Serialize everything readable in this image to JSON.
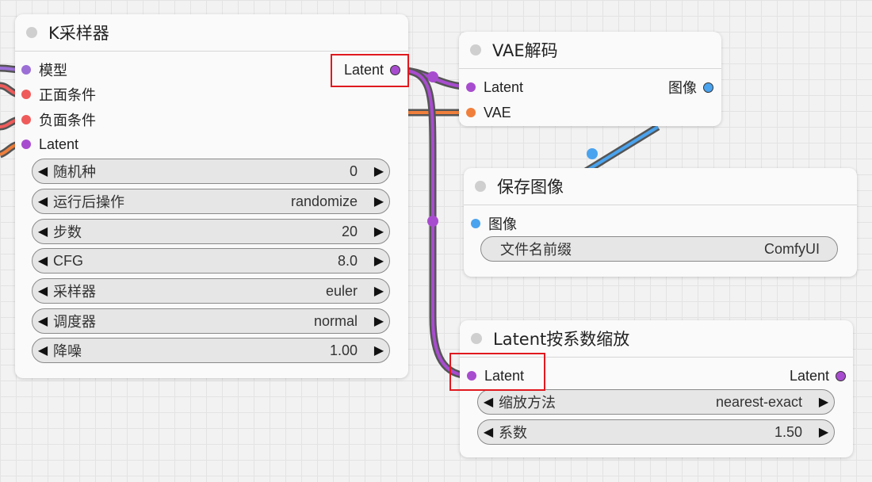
{
  "colors": {
    "model": "#9b6fd6",
    "conditioning": "#ef5b5b",
    "latent": "#a84ccf",
    "vae": "#f07f3c",
    "image": "#4aa3ee",
    "highlight": "#e0191f"
  },
  "ksampler": {
    "title": "K采样器",
    "inputs": [
      "模型",
      "正面条件",
      "负面条件",
      "Latent"
    ],
    "output": "Latent",
    "widgets": [
      {
        "label": "随机种",
        "value": "0"
      },
      {
        "label": "运行后操作",
        "value": "randomize"
      },
      {
        "label": "步数",
        "value": "20"
      },
      {
        "label": "CFG",
        "value": "8.0"
      },
      {
        "label": "采样器",
        "value": "euler"
      },
      {
        "label": "调度器",
        "value": "normal"
      },
      {
        "label": "降噪",
        "value": "1.00"
      }
    ]
  },
  "vae_decode": {
    "title": "VAE解码",
    "inputs": [
      "Latent",
      "VAE"
    ],
    "output": "图像"
  },
  "save_image": {
    "title": "保存图像",
    "inputs": [
      "图像"
    ],
    "widgets": [
      {
        "label": "文件名前缀",
        "value": "ComfyUI"
      }
    ]
  },
  "latent_scale": {
    "title": "Latent按系数缩放",
    "inputs": [
      "Latent"
    ],
    "output": "Latent",
    "widgets": [
      {
        "label": "缩放方法",
        "value": "nearest-exact"
      },
      {
        "label": "系数",
        "value": "1.50"
      }
    ]
  },
  "arrows": {
    "left": "◀",
    "right": "▶"
  }
}
